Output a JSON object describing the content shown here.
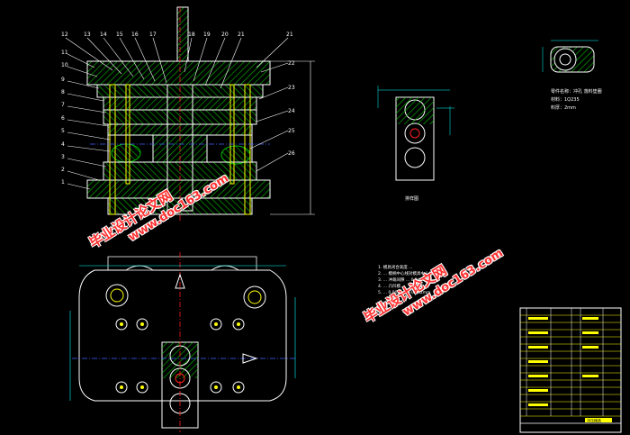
{
  "drawing": {
    "part_labels_left": [
      "12",
      "13",
      "14",
      "15",
      "16",
      "17",
      "18",
      "19",
      "20",
      "21"
    ],
    "part_labels_side_left": [
      "11",
      "10",
      "9",
      "8",
      "7",
      "6",
      "5",
      "4",
      "3",
      "2",
      "1"
    ],
    "part_labels_side_right": [
      "22",
      "23",
      "24",
      "25",
      "26"
    ],
    "strip_caption": "排样图",
    "part_note": [
      "零件名称：冲孔 落料垫圈",
      "材料：1Q235",
      "料厚：2mm"
    ],
    "tech_requirements": [
      "1. 模具闭合高度 ...",
      "2. ... 模柄中心线对模具中心线偏差 ...",
      "3. ... 冲裁间隙 ... 0.245 ...",
      "4. ... 凸凹模 ...",
      "5. ... 0.006mm~0.012mm"
    ],
    "title_block_name": "冲压模具"
  },
  "watermarks": [
    {
      "text": "毕业设计论文网",
      "sub": "www.doc163.com"
    },
    {
      "text": "毕业设计论文网",
      "sub": "www.doc163.com"
    }
  ],
  "colors": {
    "background": "#000000",
    "line_white": "#ffffff",
    "line_yellow": "#ffff00",
    "line_cyan": "#00ffff",
    "hatch_green": "#00c000",
    "line_red": "#ff2020",
    "line_blue": "#4060ff",
    "watermark": "#ff3030"
  }
}
